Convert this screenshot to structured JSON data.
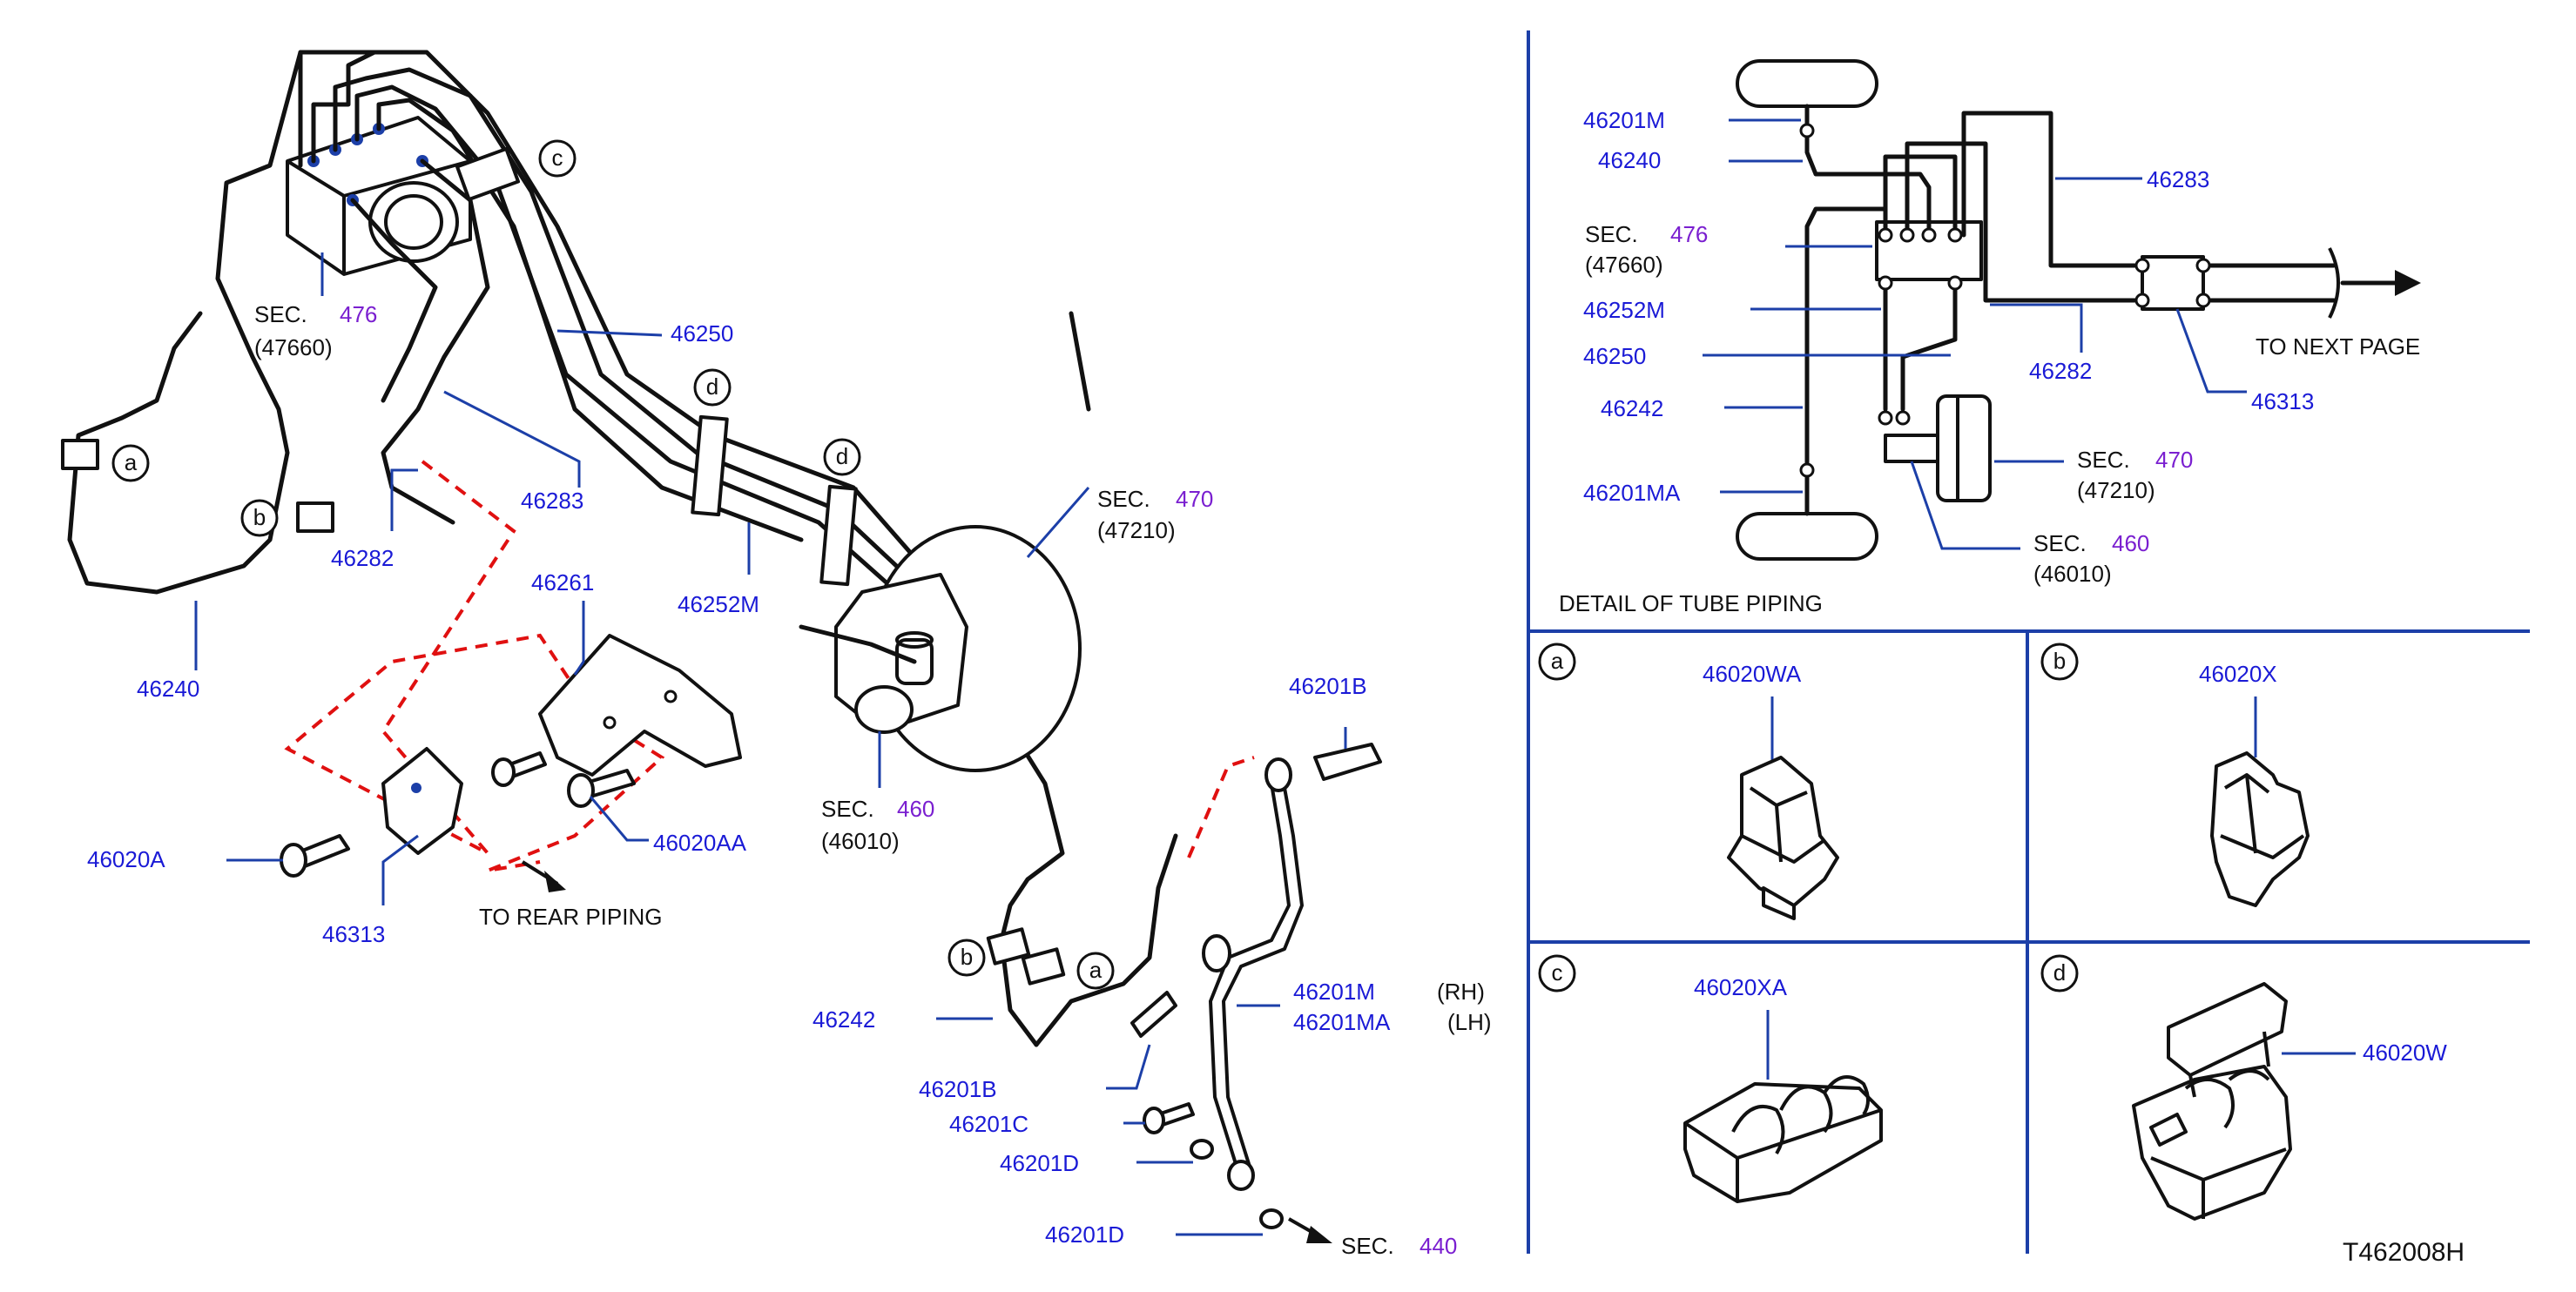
{
  "diagram_code": "T462008H",
  "main": {
    "labels": {
      "sec476_prefix": "SEC.",
      "sec476_num": "476",
      "sec476_sub": "(47660)",
      "p46250": "46250",
      "p46283": "46283",
      "p46282": "46282",
      "p46240": "46240",
      "p46261": "46261",
      "p46252m": "46252M",
      "sec470_prefix": "SEC.",
      "sec470_num": "470",
      "sec470_sub": "(47210)",
      "sec460_prefix": "SEC.",
      "sec460_num": "460",
      "sec460_sub": "(46010)",
      "p46020a": "46020A",
      "p46020aa": "46020AA",
      "p46313": "46313",
      "to_rear": "TO   REAR   PIPING",
      "p46201b_top": "46201B",
      "p46242": "46242",
      "p46201b_low": "46201B",
      "p46201m": "46201M",
      "rh": "(RH)",
      "p46201ma": "46201MA",
      "lh": "(LH)",
      "p46201c": "46201C",
      "p46201d_1": "46201D",
      "p46201d_2": "46201D",
      "sec440_prefix": "SEC.",
      "sec440_num": "440"
    },
    "callouts": {
      "a": "a",
      "b": "b",
      "c": "c",
      "d": "d"
    }
  },
  "detail": {
    "title": "DETAIL   OF   TUBE   PIPING",
    "p46201m": "46201M",
    "p46240": "46240",
    "sec476_prefix": "SEC.",
    "sec476_num": "476",
    "sec476_sub": "(47660)",
    "p46252m": "46252M",
    "p46250": "46250",
    "p46242": "46242",
    "p46201ma": "46201MA",
    "p46283": "46283",
    "p46282": "46282",
    "p46313": "46313",
    "next_page": "TO   NEXT   PAGE",
    "sec470_prefix": "SEC.",
    "sec470_num": "470",
    "sec470_sub": "(47210)",
    "sec460_prefix": "SEC.",
    "sec460_num": "460",
    "sec460_sub": "(46010)"
  },
  "clip_panels": [
    {
      "key": "a",
      "part": "46020WA"
    },
    {
      "key": "b",
      "part": "46020X"
    },
    {
      "key": "c",
      "part": "46020XA"
    },
    {
      "key": "d",
      "part": "46020W"
    }
  ],
  "colors": {
    "part_number": "#1a1ad6",
    "section_number": "#7a1fd0",
    "leader": "#1c3fa8",
    "dashed_route": "#e01010"
  }
}
